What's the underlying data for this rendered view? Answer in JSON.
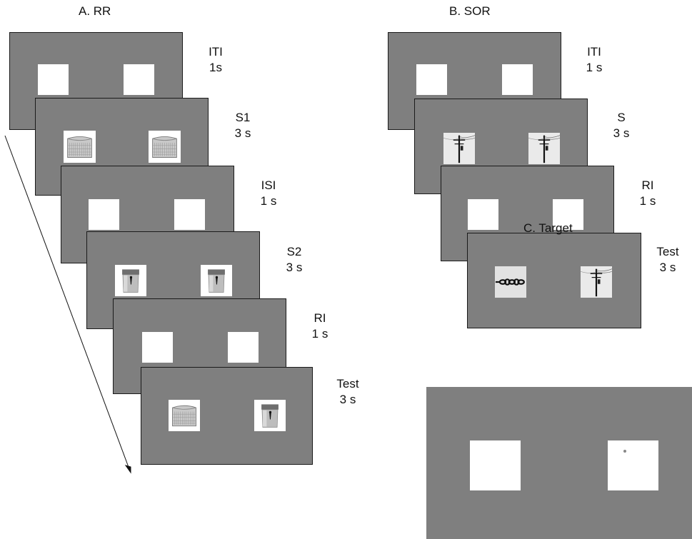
{
  "panels": {
    "a": {
      "title": "A. RR",
      "frames": [
        {
          "label": "ITI",
          "duration": "1s"
        },
        {
          "label": "S1",
          "duration": "3 s"
        },
        {
          "label": "ISI",
          "duration": "1 s"
        },
        {
          "label": "S2",
          "duration": "3 s"
        },
        {
          "label": "RI",
          "duration": "1 s"
        },
        {
          "label": "Test",
          "duration": "3 s"
        }
      ]
    },
    "b": {
      "title": "B. SOR",
      "frames": [
        {
          "label": "ITI",
          "duration": "1 s"
        },
        {
          "label": "S",
          "duration": "3 s"
        },
        {
          "label": "RI",
          "duration": "1 s"
        },
        {
          "label": "Test",
          "duration": "3 s"
        }
      ]
    },
    "c": {
      "title": "C. Target"
    }
  },
  "icons": {
    "air-conditioner": "air-conditioner-icon",
    "paper-shredder": "paper-shredder-icon",
    "utility-pole": "utility-pole-icon",
    "chain": "chain-icon"
  },
  "colors": {
    "screen": "#7f7f7f",
    "stimulus_box": "#ffffff",
    "border": "#1a1a1a"
  }
}
